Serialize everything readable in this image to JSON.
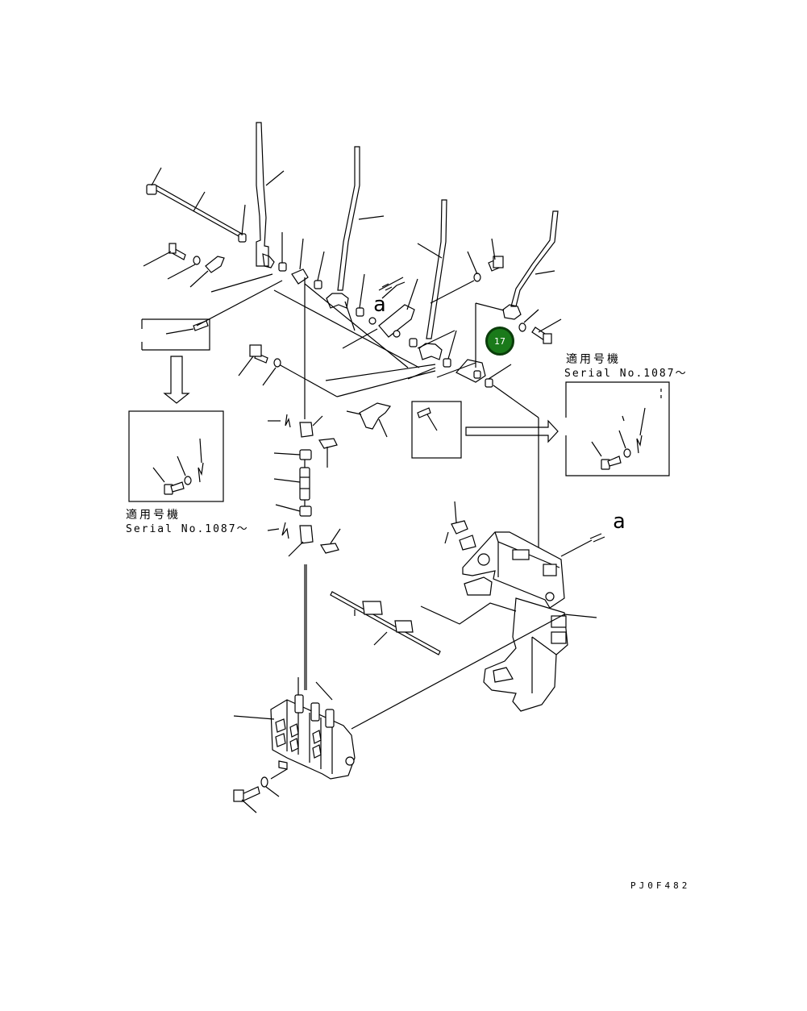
{
  "diagram": {
    "detail_left": {
      "note_jp": "適用号機",
      "note_serial": "Serial No.1087～"
    },
    "detail_right": {
      "note_jp": "適用号機",
      "note_serial": "Serial No.1087～"
    },
    "view_marker_1": "a",
    "view_marker_2": "a",
    "drawing_code": "PJ0F482",
    "hotspot": {
      "label": "17",
      "color": "#1a7a1a"
    }
  }
}
